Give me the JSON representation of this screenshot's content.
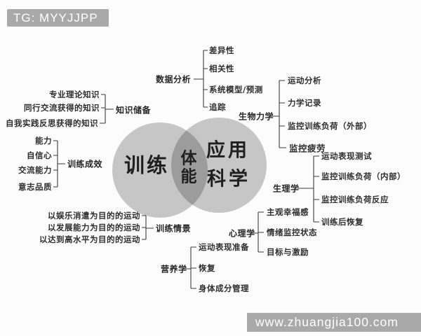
{
  "watermarks": {
    "top_left": "TG: MYYJJPP",
    "bottom_right": "www.zhuangjia100.com"
  },
  "venn": {
    "left_circle": "训练",
    "overlap": "体能",
    "right_circle_line1": "应用",
    "right_circle_line2": "科学"
  },
  "left_branches": [
    {
      "label": "知识储备",
      "items": [
        "专业理论知识",
        "同行交流获得的知识",
        "自我实践反思获得的知识"
      ]
    },
    {
      "label": "训练成效",
      "items": [
        "能力",
        "自信心",
        "交流能力",
        "意志品质"
      ]
    },
    {
      "label": "训练情景",
      "items": [
        "以娱乐消遣为目的的运动",
        "以发展能力为目的的运动",
        "以达到高水平为目的的运动"
      ]
    }
  ],
  "right_branches": [
    {
      "label": "数据分析",
      "items": [
        "差异性",
        "相关性",
        "系统模型/预测",
        "追踪"
      ]
    },
    {
      "label": "生物力学",
      "items": [
        "运动分析",
        "力学记录",
        "监控训练负荷（外部）",
        "监控疲劳"
      ]
    },
    {
      "label": "生理学",
      "items": [
        "运动表现测试",
        "监控训练负荷（内部）",
        "监控训练负荷反应",
        "训练后恢复"
      ]
    },
    {
      "label": "心理学",
      "items": [
        "主观幸福感",
        "情绪监控状态",
        "目标与激励"
      ]
    },
    {
      "label": "营养学",
      "items": [
        "运动表现准备",
        "恢复",
        "身体成分管理"
      ]
    }
  ],
  "colors": {
    "circle_fill": "#c9c9c9",
    "overlap_fill": "#a2a2a2",
    "line": "#3c3c3c",
    "text": "#2e2e2e",
    "watermark_bg": "#a9a9a9",
    "watermark_text": "#ffffff"
  }
}
